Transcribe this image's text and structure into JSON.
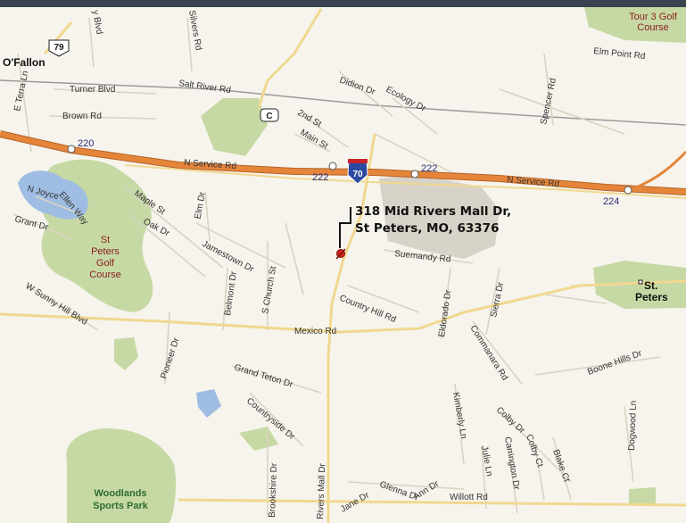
{
  "address": {
    "line1": "318 Mid Rivers Mall Dr,",
    "line2": "St Peters, MO, 63376"
  },
  "places": {
    "ofallon": "O'Fallon",
    "st_peters_line1": "St.",
    "st_peters_line2": "Peters"
  },
  "parks": {
    "golf_course_1": [
      "St",
      "Peters",
      "Golf",
      "Course"
    ],
    "tour3": [
      "Tour 3 Golf",
      "Course"
    ],
    "woodlands": [
      "Woodlands",
      "Sports Park"
    ]
  },
  "shields": {
    "route_79": "79",
    "route_c": "C",
    "interstate_70": "70"
  },
  "exits": {
    "e220": "220",
    "e222a": "222",
    "e222b": "222",
    "e224": "224"
  },
  "roads": {
    "e_terra_ln": "E Terra Ln",
    "turner_blvd": "Turner Blvd",
    "brown_rd": "Brown Rd",
    "salt_river_rd": "Salt River Rd",
    "silvers_rd": "Silvers Rd",
    "y_blvd": "y Blvd",
    "didion_dr": "Didion Dr",
    "ecology_dr": "Ecology Dr",
    "second_st": "2nd St",
    "main_st": "Main St",
    "elm_point_rd": "Elm Point Rd",
    "spencer_rd": "Spencer Rd",
    "n_service_rd_west": "N Service Rd",
    "n_service_rd_east": "N Service Rd",
    "n_joyce": "N Joyce",
    "ellen_way": "Ellen Way",
    "grant_dr": "Grant Dr",
    "maple_st": "Maple St",
    "oak_dr": "Oak Dr",
    "elm_dr": "Elm Dr",
    "jamestown_dr": "Jamestown Dr",
    "belmont_dr": "Belmont Dr",
    "s_church_st": "S Church St",
    "w_sunny_hill_blvd": "W Sunny Hill Blvd",
    "suemandy_rd": "Suemandy Rd",
    "country_hill_rd": "Country Hill Rd",
    "mexico_rd": "Mexico Rd",
    "eldorado_dr": "Eldorado Dr",
    "sierra_dr": "Sierra Dr",
    "commanara_rd": "Commanara Rd",
    "boone_hills_dr": "Boone Hills Dr",
    "pioneer_dr": "Pioneer Dr",
    "grand_teton_dr": "Grand Teton Dr",
    "countryside_dr": "Countryside Dr",
    "kimberly_ln": "Kimberly Ln",
    "colby_dr": "Colby Dr",
    "dogwood_ln": "Dogwood Ln",
    "brookshire_dr": "Brookshire Dr",
    "rivers_mall_dr": "Rivers Mall Dr",
    "jane_dr": "Jane Dr",
    "glenna_dr": "Glenna Dr",
    "ann_dr": "Ann Dr",
    "willott_rd": "Willott Rd",
    "julie_ln": "Julie Ln",
    "carrington_dr": "Carrington Dr",
    "colby_ct": "Colby Ct",
    "blake_ct": "Blake Ct"
  },
  "colors": {
    "background": "#f6f4ec",
    "interstate": "#e5853a",
    "arterial": "#f1d890",
    "park": "#c6d9a4",
    "water": "#9fbde2",
    "urban": "#d8d3c8"
  },
  "icons": {
    "location_marker": "pushpin-icon"
  }
}
